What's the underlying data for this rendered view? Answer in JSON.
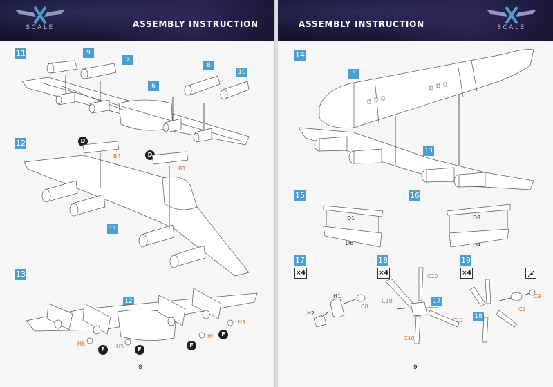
{
  "header": {
    "title_left": "ASSEMBLY INSTRUCTION",
    "title_right": "ASSEMBLY INSTRUCTION",
    "logo_text": "SCALE"
  },
  "left_page": {
    "steps": [
      "11",
      "12",
      "13"
    ],
    "step11_parts": [
      "9",
      "7",
      "8",
      "10",
      "6"
    ],
    "step12_parts": [
      "B4",
      "B1",
      "11"
    ],
    "step12_markers": [
      "D",
      "D"
    ],
    "step13_parts": [
      "12",
      "H3",
      "H4",
      "H5",
      "H6"
    ],
    "step13_markers": [
      "F",
      "F",
      "F",
      "F"
    ],
    "folio": "8"
  },
  "right_page": {
    "steps": [
      "14",
      "15",
      "16",
      "17",
      "18",
      "19"
    ],
    "step14_parts": [
      "5",
      "13"
    ],
    "step15_parts": [
      "D1",
      "D6"
    ],
    "step16_parts": [
      "D9",
      "D4"
    ],
    "step17_qty": "×4",
    "step17_parts": [
      "H1",
      "C8",
      "H2"
    ],
    "step18_qty": "×4",
    "step18_parts": [
      "C10",
      "C10",
      "17",
      "C10",
      "C10"
    ],
    "step19_qty": "×4",
    "step19_parts": [
      "C9",
      "C2",
      "18"
    ],
    "folio": "9"
  },
  "colors": {
    "accent_blue": "#4a9fd0",
    "part_orange": "#e07020",
    "header_navy": "#181733"
  }
}
